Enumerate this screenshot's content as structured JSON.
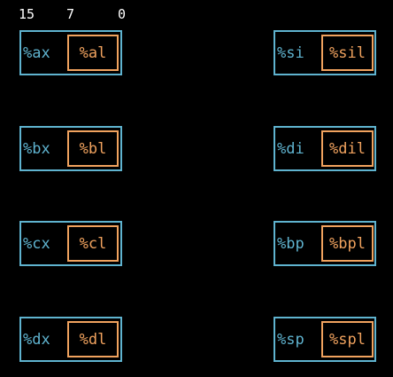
{
  "bit_labels": {
    "high": "15",
    "mid": "7",
    "low": "0"
  },
  "colors": {
    "register_16bit": "#5fb3cf",
    "register_8bit": "#f0a25e",
    "background": "#000000",
    "text": "#ffffff"
  },
  "registers_left": [
    {
      "name": "%ax",
      "low_byte": "%al"
    },
    {
      "name": "%bx",
      "low_byte": "%bl"
    },
    {
      "name": "%cx",
      "low_byte": "%cl"
    },
    {
      "name": "%dx",
      "low_byte": "%dl"
    }
  ],
  "registers_right": [
    {
      "name": "%si",
      "low_byte": "%sil"
    },
    {
      "name": "%di",
      "low_byte": "%dil"
    },
    {
      "name": "%bp",
      "low_byte": "%bpl"
    },
    {
      "name": "%sp",
      "low_byte": "%spl"
    }
  ]
}
